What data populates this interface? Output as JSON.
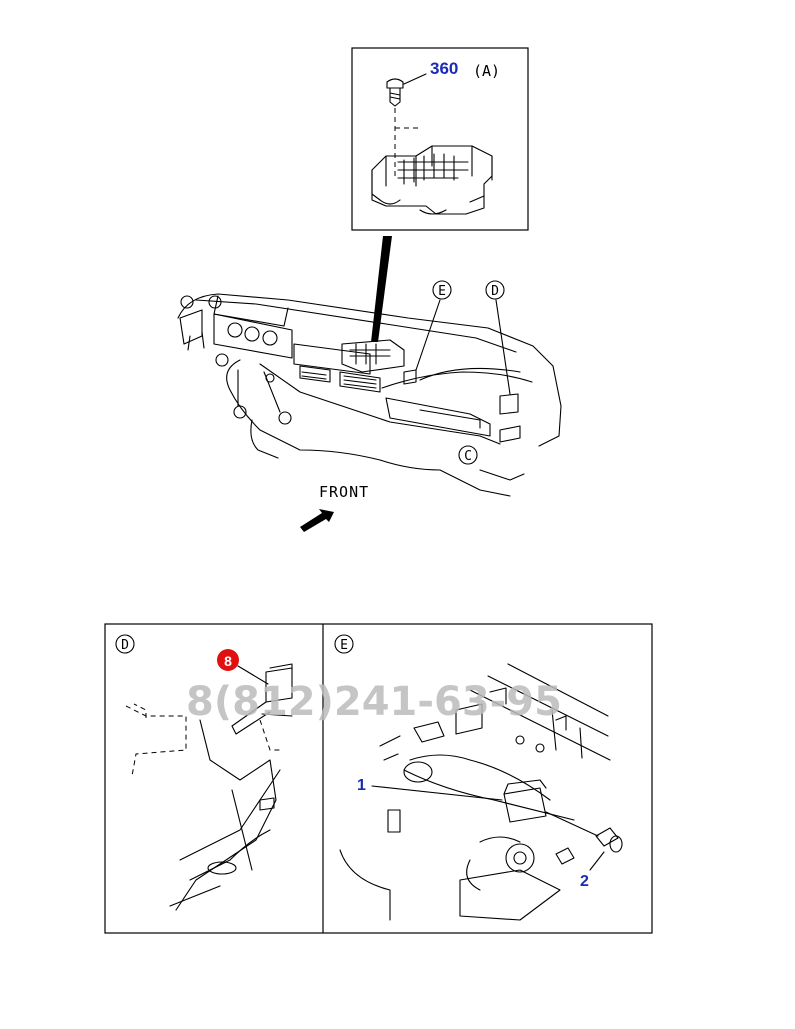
{
  "top_figure": {
    "detail_a": {
      "part_number": "360",
      "view_label": "(A)"
    },
    "view_markers": [
      "E",
      "D",
      "C"
    ],
    "front_label": "FRONT"
  },
  "detail_panels": [
    {
      "view": "D",
      "callouts": [
        {
          "number": "8",
          "color": "#e01010"
        }
      ]
    },
    {
      "view": "E",
      "callouts": [
        {
          "number": "1",
          "color": "#1a2ab8"
        },
        {
          "number": "2",
          "color": "#1a2ab8"
        }
      ]
    }
  ],
  "watermark": "8(812)241-63-95"
}
